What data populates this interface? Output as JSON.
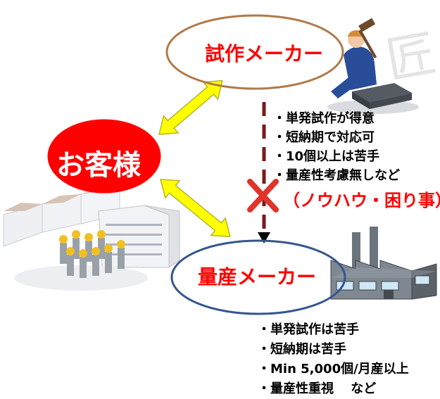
{
  "nodes": {
    "customer": "お客様",
    "prototype_maker": "試作メーカー",
    "mass_maker": "量産メーカー"
  },
  "prototype_traits": [
    "・単発試作が得意",
    "・短納期で対応可",
    "・10個以上は苦手",
    "・量産性考慮無しなど"
  ],
  "knowhow_note": "（ノウハウ・困り事）",
  "mass_traits": [
    "・単発試作は苦手",
    "・短納期は苦手",
    "・Min 5,000個/月産以上",
    "・量産性重視　 など"
  ],
  "decorations": {
    "takumi_kanji": "匠"
  },
  "colors": {
    "customer_fill": "#ff0000",
    "prototype_border": "#b07a4a",
    "mass_border": "#34568f",
    "arrow_fill": "#ffff00",
    "arrow_stroke": "#b5b52a",
    "cross": "#e0332a",
    "dashed_line": "#7a1a1a"
  }
}
